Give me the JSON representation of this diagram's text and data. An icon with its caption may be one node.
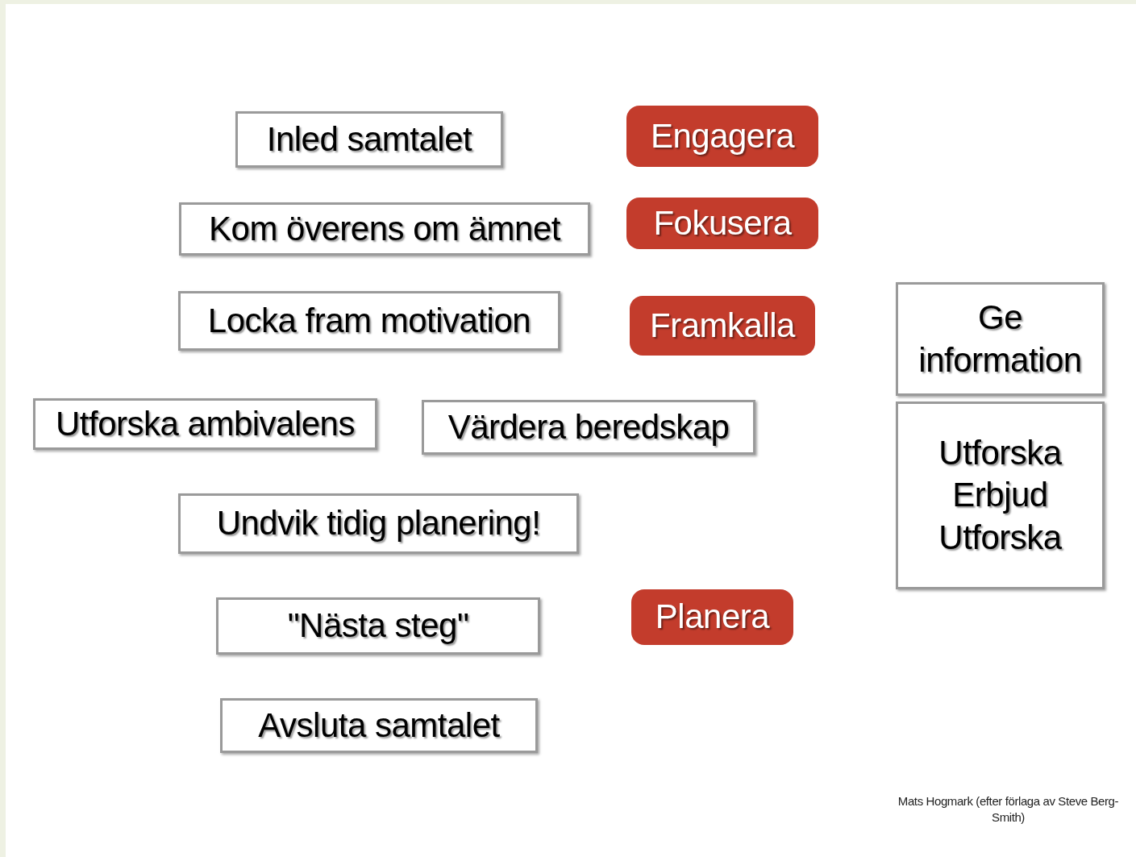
{
  "diagram": {
    "nodes": [
      {
        "text": [
          "Inled samtalet"
        ]
      },
      {
        "text": [
          "Engagera"
        ]
      },
      {
        "text": [
          "Kom överens om ämnet"
        ]
      },
      {
        "text": [
          "Fokusera"
        ]
      },
      {
        "text": [
          "Locka fram motivation"
        ]
      },
      {
        "text": [
          "Framkalla"
        ]
      },
      {
        "text": [
          "Ge information"
        ]
      },
      {
        "text": [
          "Utforska ambivalens"
        ]
      },
      {
        "text": [
          "Värdera beredskap"
        ]
      },
      {
        "text": [
          "Utforska Erbjud Utforska"
        ]
      },
      {
        "text": [
          "Undvik tidig planering!"
        ]
      },
      {
        "text": [
          "\"Nästa steg\""
        ]
      },
      {
        "text": [
          "Planera"
        ]
      },
      {
        "text": [
          "Avsluta samtalet"
        ]
      }
    ],
    "labels": [
      "Mats Hogmark (efter förlaga av Steve Berg-Smith)"
    ]
  }
}
